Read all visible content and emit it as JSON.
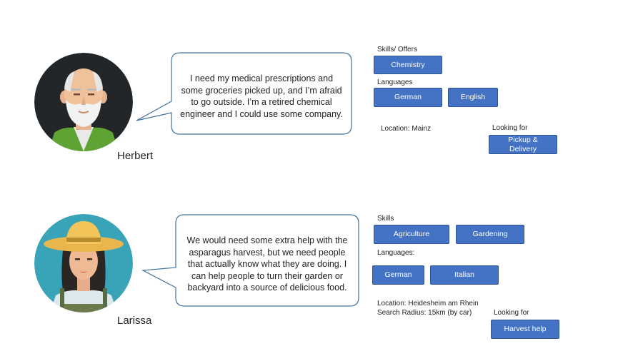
{
  "personas": [
    {
      "name": "Herbert",
      "quote": "I need my medical prescriptions and some groceries picked up, and I’m afraid to go outside. I’m a retired chemical engineer and I could use some company.",
      "skills_label": "Skills/ Offers",
      "skills": [
        "Chemistry"
      ],
      "languages_label": "Languages",
      "languages": [
        "German",
        "English"
      ],
      "location": "Location: Mainz",
      "looking_for_label": "Looking for",
      "looking_for": [
        "Pickup & Delivery"
      ]
    },
    {
      "name": "Larissa",
      "quote": "We would need some extra help with the asparagus harvest, but we need people that actually know what they are doing. I can help people to turn their  garden or backyard into a source of delicious food.",
      "skills_label": "Skills",
      "skills": [
        "Agriculture",
        "Gardening"
      ],
      "languages_label": "Languages:",
      "languages": [
        "German",
        "Italian"
      ],
      "location": "Location: Heidesheim am Rhein",
      "search_radius": "Search Radius: 15km (by car)",
      "looking_for_label": "Looking for",
      "looking_for": [
        "Harvest help"
      ]
    }
  ],
  "colors": {
    "tag_fill": "#4472c4",
    "tag_border": "#2f5597",
    "bubble_stroke": "#41719c"
  },
  "icons": [
    "elderly-man-avatar-icon",
    "farmer-woman-avatar-icon"
  ]
}
